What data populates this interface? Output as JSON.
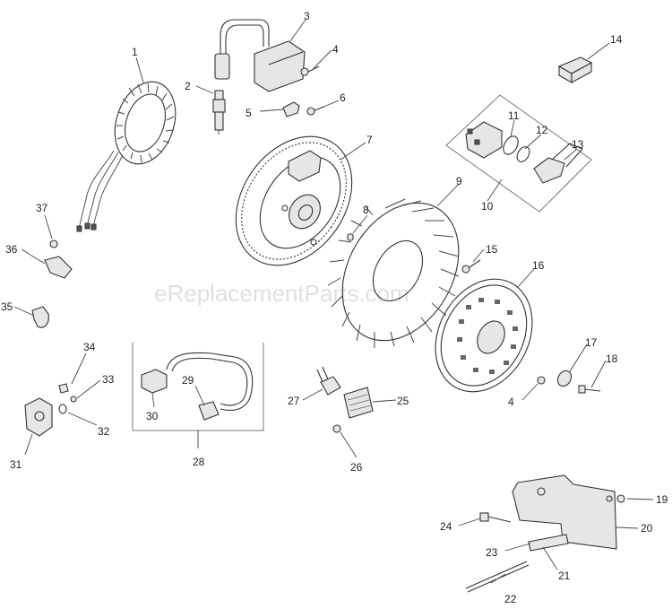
{
  "watermark": "eReplacementParts.com",
  "callouts": [
    {
      "n": "1"
    },
    {
      "n": "2"
    },
    {
      "n": "3"
    },
    {
      "n": "4"
    },
    {
      "n": "5"
    },
    {
      "n": "6"
    },
    {
      "n": "7"
    },
    {
      "n": "8"
    },
    {
      "n": "9"
    },
    {
      "n": "10"
    },
    {
      "n": "11"
    },
    {
      "n": "12"
    },
    {
      "n": "13"
    },
    {
      "n": "14"
    },
    {
      "n": "15"
    },
    {
      "n": "16"
    },
    {
      "n": "17"
    },
    {
      "n": "4"
    },
    {
      "n": "18"
    },
    {
      "n": "19"
    },
    {
      "n": "20"
    },
    {
      "n": "21"
    },
    {
      "n": "22"
    },
    {
      "n": "23"
    },
    {
      "n": "24"
    },
    {
      "n": "25"
    },
    {
      "n": "26"
    },
    {
      "n": "27"
    },
    {
      "n": "28"
    },
    {
      "n": "29"
    },
    {
      "n": "30"
    },
    {
      "n": "31"
    },
    {
      "n": "32"
    },
    {
      "n": "33"
    },
    {
      "n": "34"
    },
    {
      "n": "35"
    },
    {
      "n": "36"
    },
    {
      "n": "37"
    }
  ]
}
